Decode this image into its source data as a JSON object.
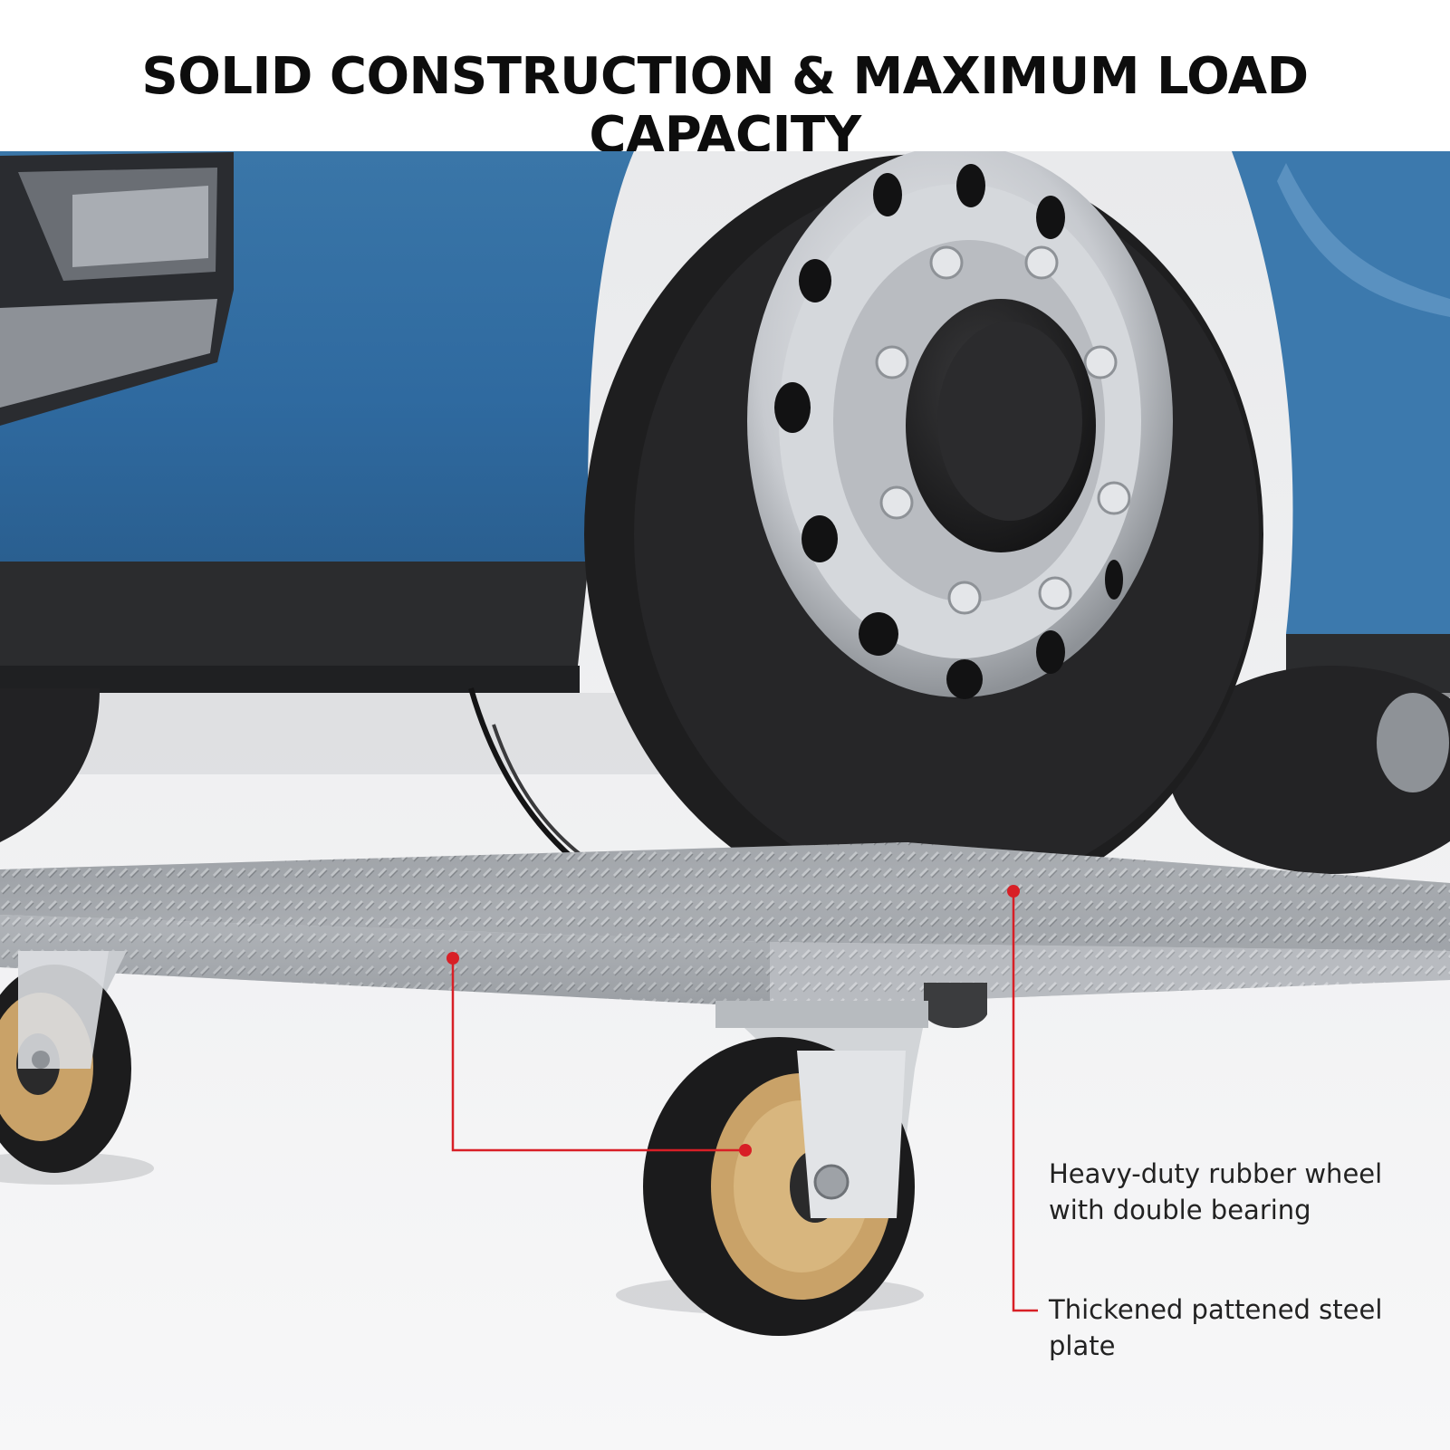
{
  "title": "SOLID CONSTRUCTION & MAXIMUM LOAD CAPACITY",
  "callouts": {
    "wheel": "Heavy-duty rubber wheel with double bearing",
    "plate": "Thickened pattened steel plate"
  },
  "colors": {
    "truck_body": "#3f78a8",
    "tire": "#1e1e1e",
    "rim": "#c9ccd0",
    "steel_plate": "#a9adb2",
    "caster_hub": "#c9a268",
    "callout_line": "#d81f26"
  }
}
